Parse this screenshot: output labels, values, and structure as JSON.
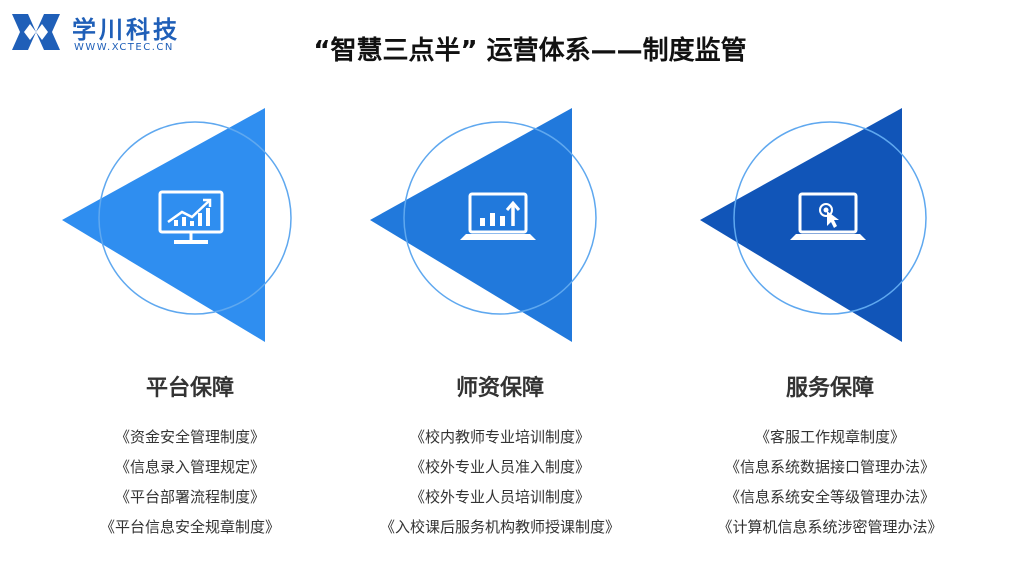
{
  "logo": {
    "name": "学川科技",
    "url": "WWW.XCTEC.CN"
  },
  "title": "“智慧三点半” 运营体系——制度监管",
  "columns": [
    {
      "title": "平台保障",
      "icon": "monitor-chart-icon",
      "color": "#2f8ef0",
      "items": [
        "《资金安全管理制度》",
        "《信息录入管理规定》",
        "《平台部署流程制度》",
        "《平台信息安全规章制度》"
      ]
    },
    {
      "title": "师资保障",
      "icon": "laptop-chart-icon",
      "color": "#2179dc",
      "items": [
        "《校内教师专业培训制度》",
        "《校外专业人员准入制度》",
        "《校外专业人员培训制度》",
        "《入校课后服务机构教师授课制度》"
      ]
    },
    {
      "title": "服务保障",
      "icon": "laptop-cursor-icon",
      "color": "#1155b8",
      "items": [
        "《客服工作规章制度》",
        "《信息系统数据接口管理办法》",
        "《信息系统安全等级管理办法》",
        "《计算机信息系统涉密管理办法》"
      ]
    }
  ]
}
